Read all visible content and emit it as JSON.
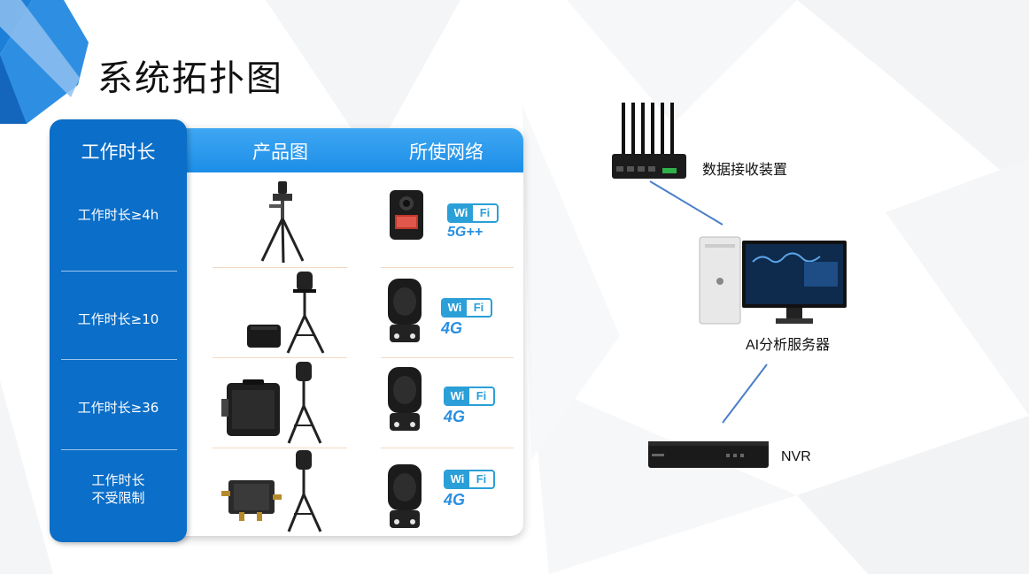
{
  "page": {
    "title": "系统拓扑图"
  },
  "table": {
    "col_headers": {
      "duration": "工作时长",
      "product": "产品图",
      "network": "所使网络"
    },
    "rows": [
      {
        "duration": "工作时长≥4h",
        "network_badge": "5G++"
      },
      {
        "duration": "工作时长≥10",
        "network_badge": "4G"
      },
      {
        "duration": "工作时长≥36",
        "network_badge": "4G"
      },
      {
        "duration_line1": "工作时长",
        "duration_line2": "不受限制",
        "network_badge": "4G"
      }
    ],
    "wifi_badge": {
      "left": "Wi",
      "right": "Fi"
    }
  },
  "diagram": {
    "nodes": {
      "receiver": "数据接收装置",
      "server": "AI分析服务器",
      "nvr": "NVR"
    },
    "edges": [
      {
        "from": "receiver",
        "to": "server"
      },
      {
        "from": "server",
        "to": "nvr"
      }
    ]
  },
  "colors": {
    "accent_dark": "#0b6ec8",
    "accent_light": "#2196ee",
    "connector": "#4a7fc8"
  }
}
